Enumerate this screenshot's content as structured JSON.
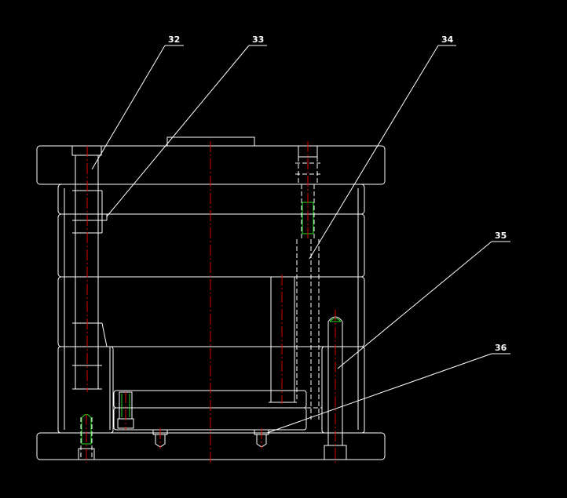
{
  "drawing": {
    "background": "#000000",
    "line_color": "#ffffff",
    "centerline_color": "#e00000",
    "spring_color": "#22dd22",
    "callouts": [
      {
        "id": "32",
        "label": "32"
      },
      {
        "id": "33",
        "label": "33"
      },
      {
        "id": "34",
        "label": "34"
      },
      {
        "id": "35",
        "label": "35"
      },
      {
        "id": "36",
        "label": "36"
      }
    ]
  }
}
